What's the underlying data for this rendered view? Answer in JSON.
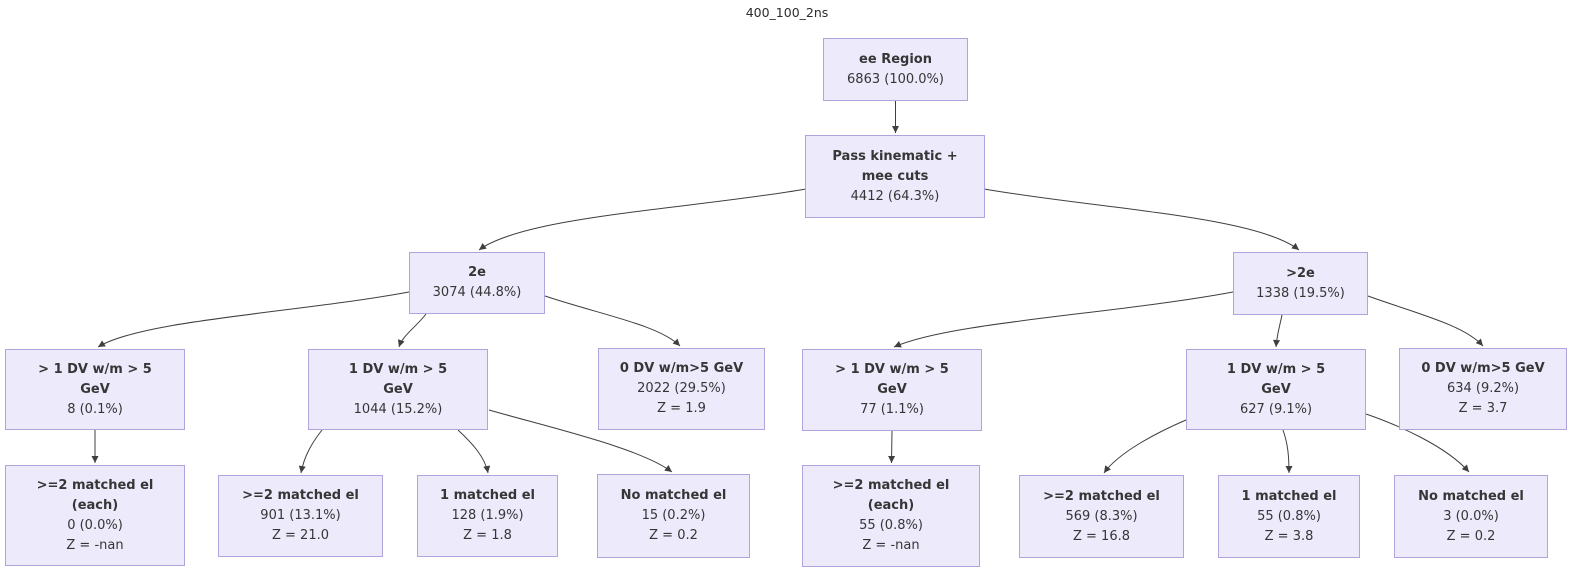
{
  "title": "400_100_2ns",
  "colors": {
    "node_fill": "#eceafb",
    "node_border": "#b2a3de",
    "edge": "#3f3f3f",
    "text": "#363636"
  },
  "nodes": [
    {
      "id": "ee-region",
      "label1": "ee Region",
      "count": "6863 (100.0%)"
    },
    {
      "id": "pass-kinematic-mee-cuts",
      "label1": "Pass kinematic +",
      "label2": "mee cuts",
      "count": "4412 (64.3%)"
    },
    {
      "id": "2e",
      "label1": "2e",
      "count": "3074 (44.8%)"
    },
    {
      "id": "gt-2e",
      "label1": ">2e",
      "count": "1338 (19.5%)"
    },
    {
      "id": "2e-gt1-dv",
      "label1": "> 1 DV w/m > 5",
      "label2": "GeV",
      "count": "8 (0.1%)"
    },
    {
      "id": "2e-1-dv",
      "label1": "1 DV w/m > 5",
      "label2": "GeV",
      "count": "1044 (15.2%)"
    },
    {
      "id": "2e-0-dv",
      "label1": "0 DV w/m>5 GeV",
      "count": "2022 (29.5%)",
      "z": "Z = 1.9"
    },
    {
      "id": "gt2e-gt1-dv",
      "label1": "> 1 DV w/m > 5",
      "label2": "GeV",
      "count": "77 (1.1%)"
    },
    {
      "id": "gt2e-1-dv",
      "label1": "1 DV w/m > 5",
      "label2": "GeV",
      "count": "627 (9.1%)"
    },
    {
      "id": "gt2e-0-dv",
      "label1": "0 DV w/m>5 GeV",
      "count": "634 (9.2%)",
      "z": "Z = 3.7"
    },
    {
      "id": "2e-ge2-matched-each",
      "label1": ">=2 matched el",
      "label2": "(each)",
      "count": "0 (0.0%)",
      "z": "Z = -nan"
    },
    {
      "id": "2e-ge2-matched",
      "label1": ">=2 matched el",
      "count": "901 (13.1%)",
      "z": "Z = 21.0"
    },
    {
      "id": "2e-1-matched",
      "label1": "1 matched el",
      "count": "128 (1.9%)",
      "z": "Z = 1.8"
    },
    {
      "id": "2e-no-matched",
      "label1": "No matched el",
      "count": "15 (0.2%)",
      "z": "Z = 0.2"
    },
    {
      "id": "gt2e-ge2-matched-each",
      "label1": ">=2 matched el",
      "label2": "(each)",
      "count": "55 (0.8%)",
      "z": "Z = -nan"
    },
    {
      "id": "gt2e-ge2-matched",
      "label1": ">=2 matched el",
      "count": "569 (8.3%)",
      "z": "Z = 16.8"
    },
    {
      "id": "gt2e-1-matched",
      "label1": "1 matched el",
      "count": "55 (0.8%)",
      "z": "Z = 3.8"
    },
    {
      "id": "gt2e-no-matched",
      "label1": "No matched el",
      "count": "3 (0.0%)",
      "z": "Z = 0.2"
    }
  ],
  "edges": [
    {
      "from": "ee-region",
      "to": "pass-kinematic-mee-cuts"
    },
    {
      "from": "pass-kinematic-mee-cuts",
      "to": "2e"
    },
    {
      "from": "pass-kinematic-mee-cuts",
      "to": "gt-2e"
    },
    {
      "from": "2e",
      "to": "2e-gt1-dv"
    },
    {
      "from": "2e",
      "to": "2e-1-dv"
    },
    {
      "from": "2e",
      "to": "2e-0-dv"
    },
    {
      "from": "gt-2e",
      "to": "gt2e-gt1-dv"
    },
    {
      "from": "gt-2e",
      "to": "gt2e-1-dv"
    },
    {
      "from": "gt-2e",
      "to": "gt2e-0-dv"
    },
    {
      "from": "2e-gt1-dv",
      "to": "2e-ge2-matched-each"
    },
    {
      "from": "2e-1-dv",
      "to": "2e-ge2-matched"
    },
    {
      "from": "2e-1-dv",
      "to": "2e-1-matched"
    },
    {
      "from": "2e-1-dv",
      "to": "2e-no-matched"
    },
    {
      "from": "gt2e-gt1-dv",
      "to": "gt2e-ge2-matched-each"
    },
    {
      "from": "gt2e-1-dv",
      "to": "gt2e-ge2-matched"
    },
    {
      "from": "gt2e-1-dv",
      "to": "gt2e-1-matched"
    },
    {
      "from": "gt2e-1-dv",
      "to": "gt2e-no-matched"
    }
  ]
}
